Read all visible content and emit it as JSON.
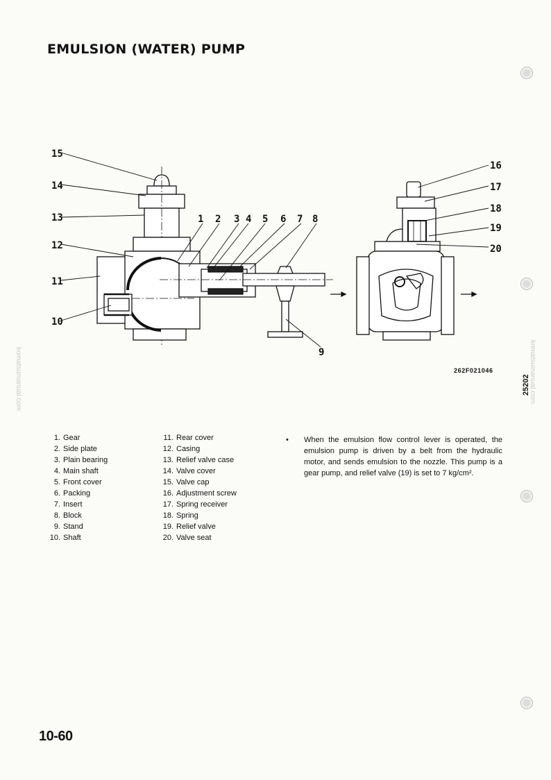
{
  "page": {
    "title": "EMULSION (WATER) PUMP",
    "figure_code": "262F021046",
    "side_number": "25202",
    "page_number": "10-60",
    "watermark": "komatsumanual.com"
  },
  "figure": {
    "callouts": [
      "1",
      "2",
      "3",
      "4",
      "5",
      "6",
      "7",
      "8",
      "9",
      "10",
      "11",
      "12",
      "13",
      "14",
      "15",
      "16",
      "17",
      "18",
      "19",
      "20"
    ]
  },
  "parts_left": [
    {
      "num": "1.",
      "name": "Gear"
    },
    {
      "num": "2.",
      "name": "Side plate"
    },
    {
      "num": "3.",
      "name": "Plain bearing"
    },
    {
      "num": "4.",
      "name": "Main shaft"
    },
    {
      "num": "5.",
      "name": "Front cover"
    },
    {
      "num": "6.",
      "name": "Packing"
    },
    {
      "num": "7.",
      "name": "Insert"
    },
    {
      "num": "8.",
      "name": "Block"
    },
    {
      "num": "9.",
      "name": "Stand"
    },
    {
      "num": "10.",
      "name": "Shaft"
    }
  ],
  "parts_right": [
    {
      "num": "11.",
      "name": "Rear cover"
    },
    {
      "num": "12.",
      "name": "Casing"
    },
    {
      "num": "13.",
      "name": "Relief valve case"
    },
    {
      "num": "14.",
      "name": "Valve cover"
    },
    {
      "num": "15.",
      "name": "Valve cap"
    },
    {
      "num": "16.",
      "name": "Adjustment screw"
    },
    {
      "num": "17.",
      "name": "Spring receiver"
    },
    {
      "num": "18.",
      "name": "Spring"
    },
    {
      "num": "19.",
      "name": "Relief valve"
    },
    {
      "num": "20.",
      "name": "Valve seat"
    }
  ],
  "description": {
    "bullet": "•",
    "text": "When the emulsion flow control lever is operated, the emulsion pump is driven by a belt from the hydraulic motor, and sends emulsion to the nozzle. This pump is a gear pump, and relief valve (19) is set to 7 kg/cm²."
  }
}
